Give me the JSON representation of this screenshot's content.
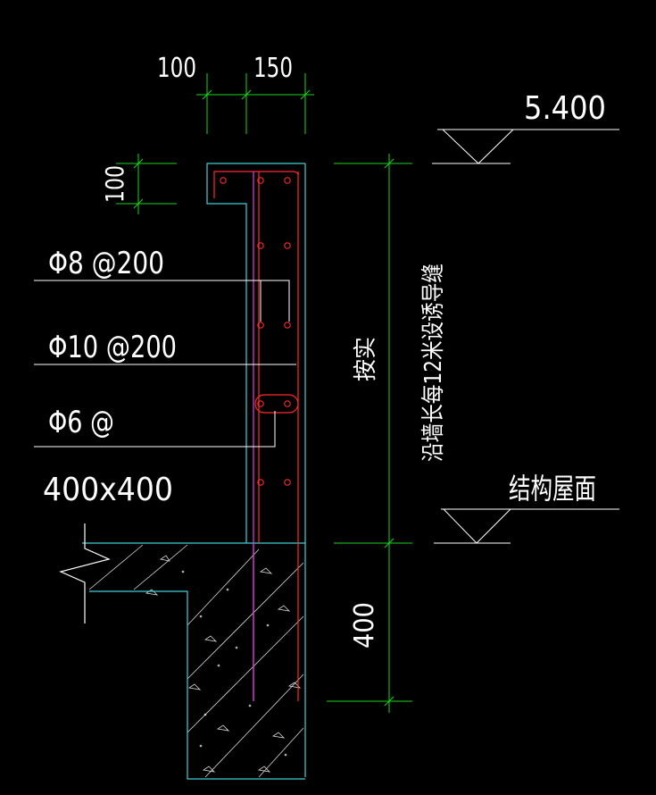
{
  "colors": {
    "background": "#000000",
    "outline": "#3fd0d8",
    "dimension": "#19d619",
    "rebar": "#ff2a2a",
    "stirrup": "#e040e0",
    "leader": "#ffffff",
    "hatch": "#d8d8d8"
  },
  "dimensions": {
    "top_left": "100",
    "top_right": "150",
    "cap_height": "100",
    "beam_depth": "400"
  },
  "elevations": {
    "top": "5.400",
    "roof": "结构屋面"
  },
  "rebar_labels": {
    "phi8": "Φ8 @200",
    "phi10": "Φ10 @200",
    "phi6": "Φ6 @",
    "beam_size": "400x400"
  },
  "note": {
    "line1": "按实",
    "line2": "沿墙长每12米设诱导缝"
  }
}
